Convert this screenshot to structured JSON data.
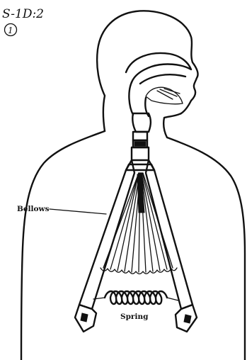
{
  "annotation": {
    "code": "S-1D:2",
    "circled_number": "1"
  },
  "labels": {
    "bellows": "Bellows",
    "spring": "Spring"
  },
  "colors": {
    "ink": "#111111",
    "paper": "#ffffff"
  }
}
